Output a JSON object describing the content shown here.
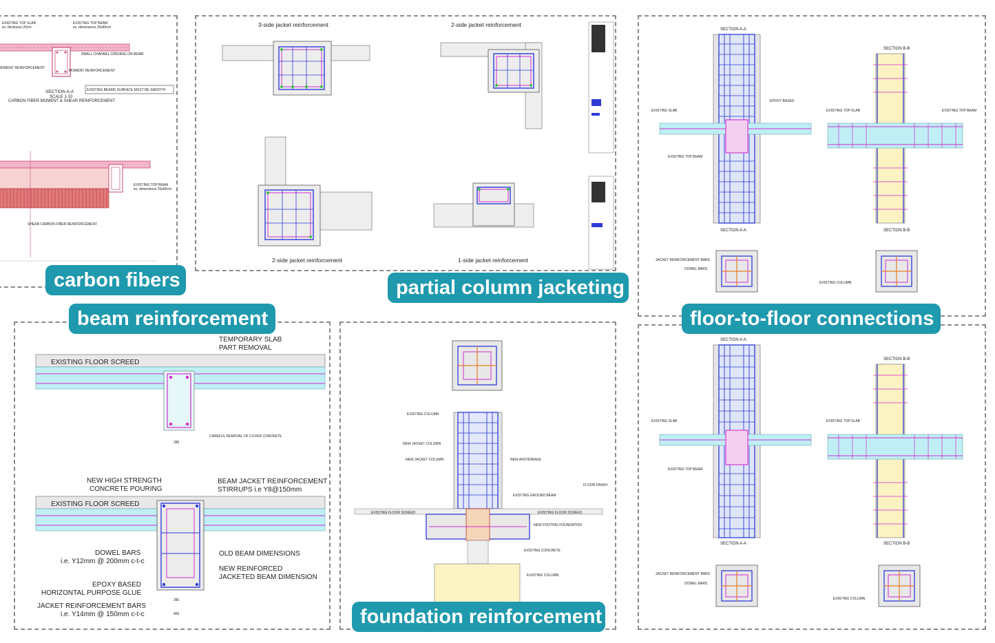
{
  "labels": {
    "carbon": "carbon fibers",
    "beam": "beam reinforcement",
    "partial": "partial column jacketing",
    "floor": "floor-to-floor connections",
    "foundation": "foundation reinforcement"
  },
  "carbon_panel": {
    "existing_top_slab": "EXISTING TOP SLAB",
    "slab_thk": "ex. thickness 20cm",
    "existing_top_beam": "EXISTING TOP BEAM",
    "beam_dim": "ex. dimensions 25x80cm",
    "small_channel": "SMALL CHANNEL OPENING ON BEAM",
    "section_title": "SECTION A-A",
    "scale": "SCALE 1-10",
    "subtitle": "CARBON FIBER MOMENT & SHEAR REINFORCEMENT",
    "moment_reinf": "MOMENT REINFORCEMENT",
    "smooth_note": "EXISTING BEAMS SURFACE MUST BE SMOOTH",
    "shear_reinf": "SHEAR CARBON FIBER REINFORCEMENT"
  },
  "partial_panel": {
    "title_3side": "3-side jacket reinforcement",
    "title_2side_top": "2-side jacket reinforcement",
    "title_2side_bottom": "2-side jacket reinforcement",
    "title_1side": "1-side jacket reinforcement"
  },
  "beam_panel": {
    "temp_slab": "TEMPORARY SLAB",
    "part_removal": "PART REMOVAL",
    "floor_screed_1": "EXISTING FLOOR SCREED",
    "floor_screed_2": "EXISTING FLOOR SCREED",
    "careful_removal": "CAREFUL REMOVAL OF COVER CONCRETE",
    "new_high_strength": "NEW HIGH STRENGTH",
    "concrete_pouring": "CONCRETE POURING",
    "beam_jacket": "BEAM JACKET REINFORCEMENT",
    "stirrups": "STIRRUPS i.e Y8@150mm",
    "dowel_bars": "DOWEL BARS",
    "dowel_spec": "i.e. Y12mm @ 200mm c-t-c",
    "old_beam": "OLD BEAM DIMENSIONS",
    "new_reinforced": "NEW REINFORCED",
    "jacketed_dim": "JACKETED BEAM DIMENSION",
    "epoxy_based": "EPOXY BASED",
    "horizontal_glue": "HORIZONTAL PURPOSE GLUE",
    "jacket_bars": "JACKET REINFORCEMENT BARS",
    "jacket_spec": "i.e. Y14mm @ 150mm c-t-c",
    "dim_280": "280",
    "dim_460": "460"
  },
  "foundation_panel": {
    "existing_column": "EXISTING COLUMN",
    "new_jacket_main": "NEW JACKET COLUMN",
    "new_jacket_stirrups": "NEW JACKET COLUMN",
    "new_anchorage": "NEW ANCHORAGE",
    "existing_ground_beam": "EXISTING GROUND BEAM",
    "floor_finish": "FLOOR FINISH",
    "existing_floor_screed_l": "EXISTING FLOOR SCREED",
    "existing_floor_screed_r": "EXISTING FLOOR SCREED",
    "new_footing_foundation": "NEW FOOTING FOUNDATION",
    "existing_footing_column": "EXISTING CONCRETE",
    "existing_col_footing": "EXISTING COLUMN"
  },
  "floor_panel": {
    "section_aa_top": "SECTION A-A",
    "section_aa_bottom": "SECTION A-A",
    "section_bb_top": "SECTION B-B",
    "section_bb_bottom": "SECTION B-B",
    "section_aa_top2": "SECTION A-A",
    "section_aa_bottom2": "SECTION A-A",
    "section_bb_top2": "SECTION B-B",
    "section_bb_bottom2": "SECTION B-B",
    "existing_slab": "EXISTING SLAB",
    "existing_top_slab": "EXISTING TOP SLAB",
    "existing_top_beam": "EXISTING TOP BEAM",
    "epoxy_vertical": "EPOXY BASED",
    "jacket_bars": "JACKET REINFORCEMENT BARS",
    "dowel_bars": "DOWEL BARS",
    "existing_column": "EXISTING COLUMN"
  },
  "colors": {
    "accent": "#1f99ad",
    "rebar_blue": "#2f3bd6",
    "rebar_magenta": "#d12bd1",
    "slab_cyan": "#bfeff5",
    "beam_red": "#d9534f",
    "column_yellow": "#fbf3c2",
    "footing_peach": "#f6d6b8"
  }
}
